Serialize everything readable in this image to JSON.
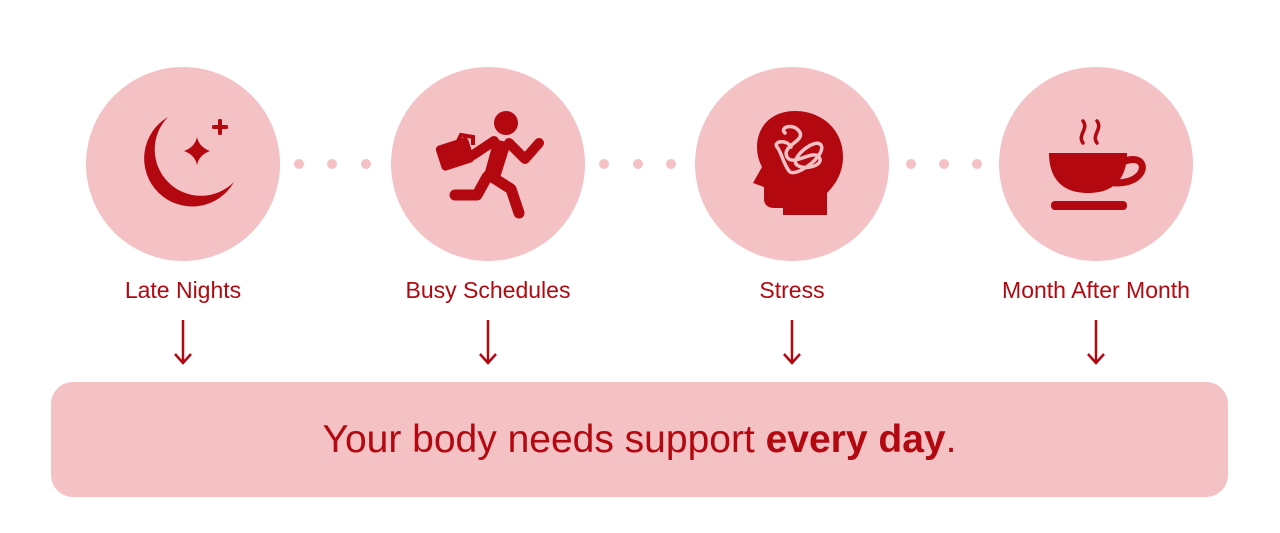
{
  "steps": [
    {
      "label": "Late Nights",
      "icon": "moon-stars-icon"
    },
    {
      "label": "Busy Schedules",
      "icon": "running-person-icon"
    },
    {
      "label": "Stress",
      "icon": "tangled-head-icon"
    },
    {
      "label": "Month After Month",
      "icon": "hot-cup-icon"
    }
  ],
  "banner": {
    "text_regular": "Your body needs support ",
    "text_bold": "every day",
    "text_end": "."
  },
  "colors": {
    "accent": "#b3080f",
    "light": "#f4c1c4",
    "background": "#ffffff"
  }
}
